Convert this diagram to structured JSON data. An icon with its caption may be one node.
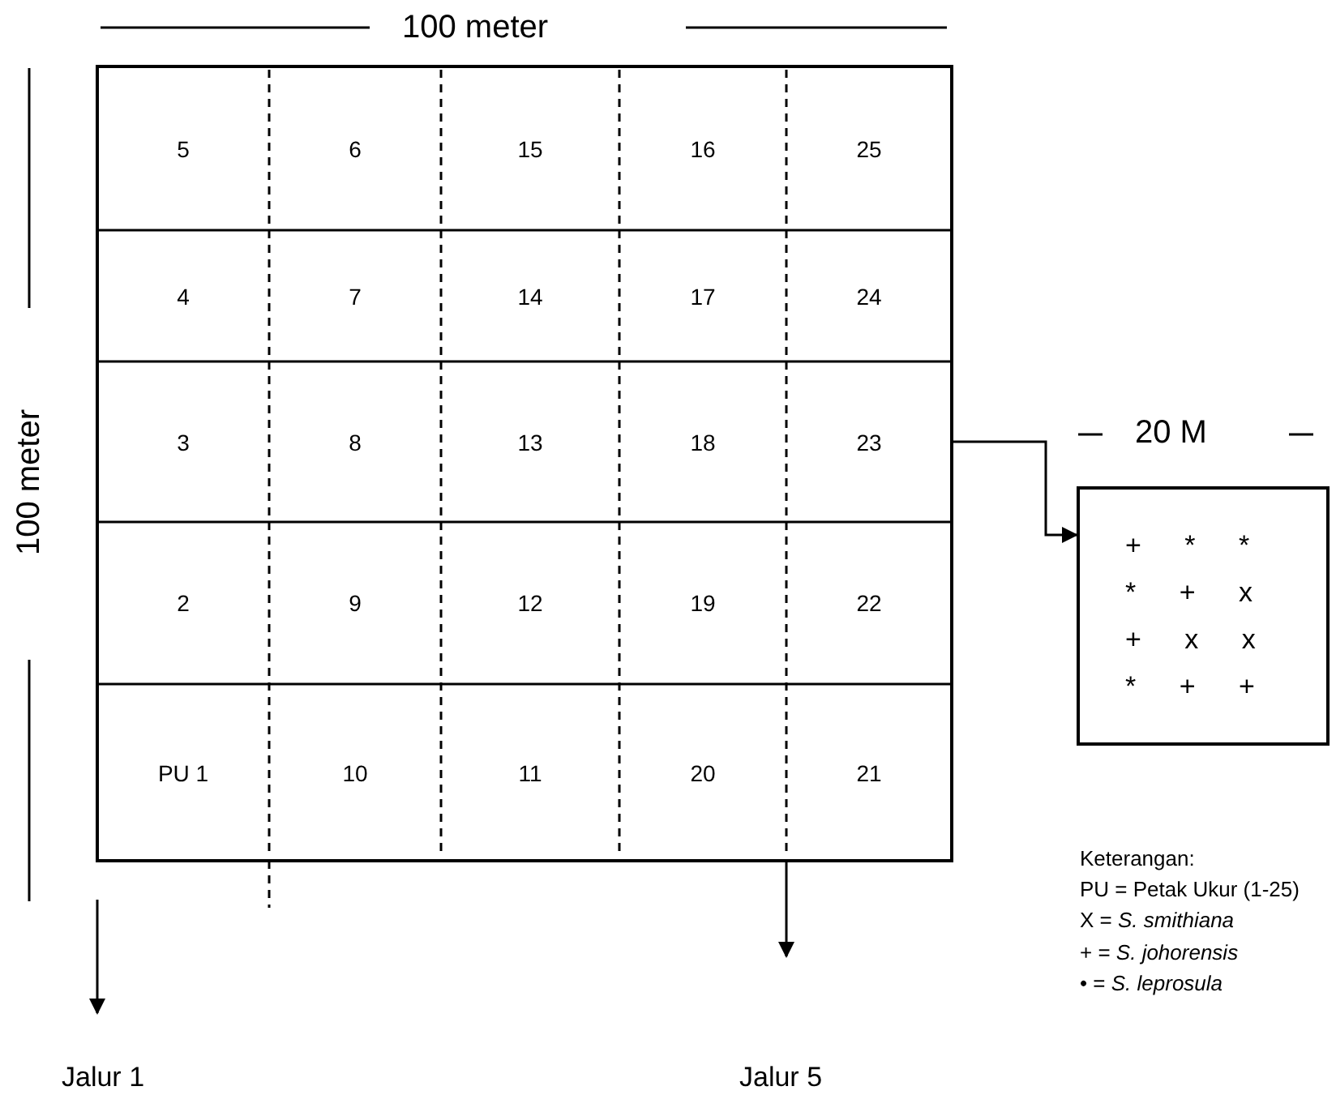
{
  "diagram": {
    "nodes": [
      {
        "text": [
          "5"
        ]
      },
      {
        "text": [
          "6"
        ]
      },
      {
        "text": [
          "15"
        ]
      },
      {
        "text": [
          "16"
        ]
      },
      {
        "text": [
          "25"
        ]
      },
      {
        "text": [
          "4"
        ]
      },
      {
        "text": [
          "7"
        ]
      },
      {
        "text": [
          "14"
        ]
      },
      {
        "text": [
          "17"
        ]
      },
      {
        "text": [
          "24"
        ]
      },
      {
        "text": [
          "3"
        ]
      },
      {
        "text": [
          "8"
        ]
      },
      {
        "text": [
          "13"
        ]
      },
      {
        "text": [
          "18"
        ]
      },
      {
        "text": [
          "23"
        ]
      },
      {
        "text": [
          "2"
        ]
      },
      {
        "text": [
          "9"
        ]
      },
      {
        "text": [
          "12"
        ]
      },
      {
        "text": [
          "19"
        ]
      },
      {
        "text": [
          "22"
        ]
      },
      {
        "text": [
          "PU 1"
        ]
      },
      {
        "text": [
          "10"
        ]
      },
      {
        "text": [
          "11"
        ]
      },
      {
        "text": [
          "20"
        ]
      },
      {
        "text": [
          "21"
        ]
      },
      {
        "text": [
          "+ * *",
          "* + x",
          "+ x x",
          "* + +"
        ]
      }
    ],
    "edges": [
      {
        "from": 14,
        "to": 25,
        "arrow": "to"
      }
    ],
    "labels": [
      "100 meter",
      "100 meter",
      "20 M",
      "Keterangan:",
      "PU = Petak Ukur (1-25)",
      "X = *S. smithiana*",
      "+ = *S. johorensis*",
      "• = *S. leprosula*",
      "Jalur 1",
      "Jalur 5"
    ]
  }
}
